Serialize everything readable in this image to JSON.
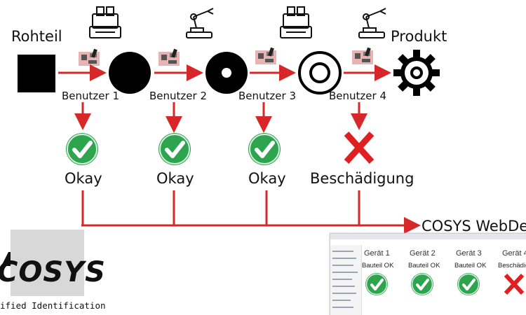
{
  "start_label": "Rohteil",
  "end_label": "Produkt",
  "users": [
    "Benutzer 1",
    "Benutzer 2",
    "Benutzer 3",
    "Benutzer 4"
  ],
  "statuses": [
    "Okay",
    "Okay",
    "Okay",
    "Beschädigung"
  ],
  "target_label": "COSYS WebDes",
  "logo": {
    "text": "COSYS",
    "tagline": "ified Identification"
  },
  "mini": {
    "devices": [
      "Gerät 1",
      "Gerät 2",
      "Gerät 3",
      "Gerät 4"
    ],
    "device_status": [
      "Bauteil OK",
      "Bauteil OK",
      "Bauteil OK",
      "Beschädigt"
    ]
  },
  "colors": {
    "arrow": "#d62828",
    "check": "#2ea44f",
    "cross": "#e02020"
  }
}
